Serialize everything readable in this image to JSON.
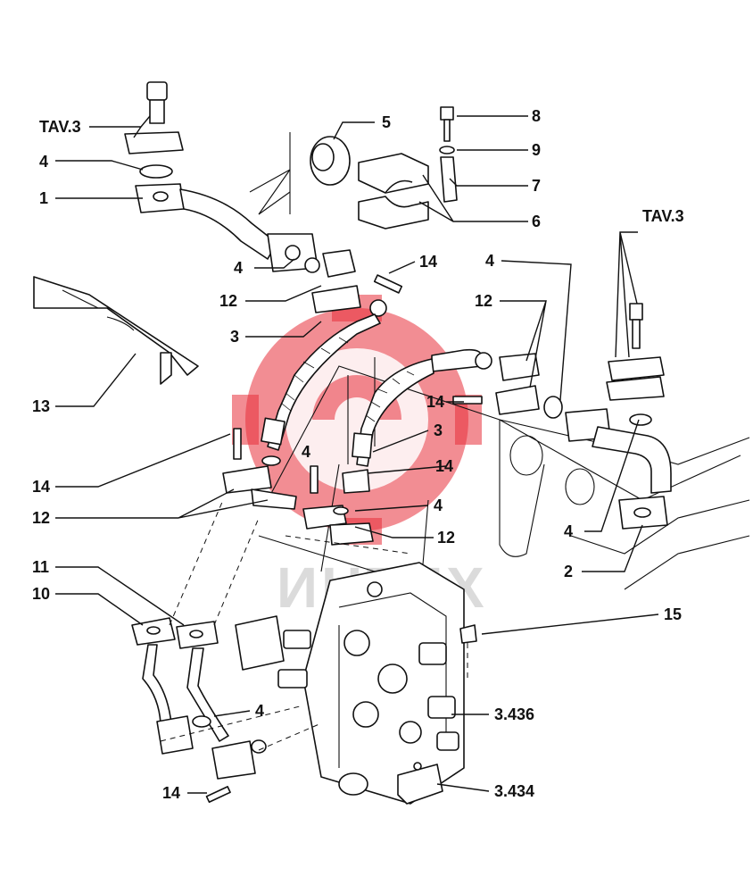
{
  "watermark": {
    "text": "ИНТЕХ",
    "color": "#e8303a"
  },
  "labels": {
    "tav3_left": "TAV.3",
    "tav3_right": "TAV.3",
    "p1": "1",
    "p2": "2",
    "p3_left": "3",
    "p3_center": "3",
    "p4_a": "4",
    "p4_b": "4",
    "p4_c": "4",
    "p4_d": "4",
    "p4_e": "4",
    "p4_f": "4",
    "p4_g": "4",
    "p5": "5",
    "p6": "6",
    "p7": "7",
    "p8": "8",
    "p9": "9",
    "p10": "10",
    "p11": "11",
    "p12_a": "12",
    "p12_b": "12",
    "p12_c": "12",
    "p12_d": "12",
    "p13": "13",
    "p14_a": "14",
    "p14_b": "14",
    "p14_c": "14",
    "p14_d": "14",
    "p14_e": "14",
    "p15": "15",
    "ref_3436": "3.436",
    "ref_3434": "3.434"
  }
}
